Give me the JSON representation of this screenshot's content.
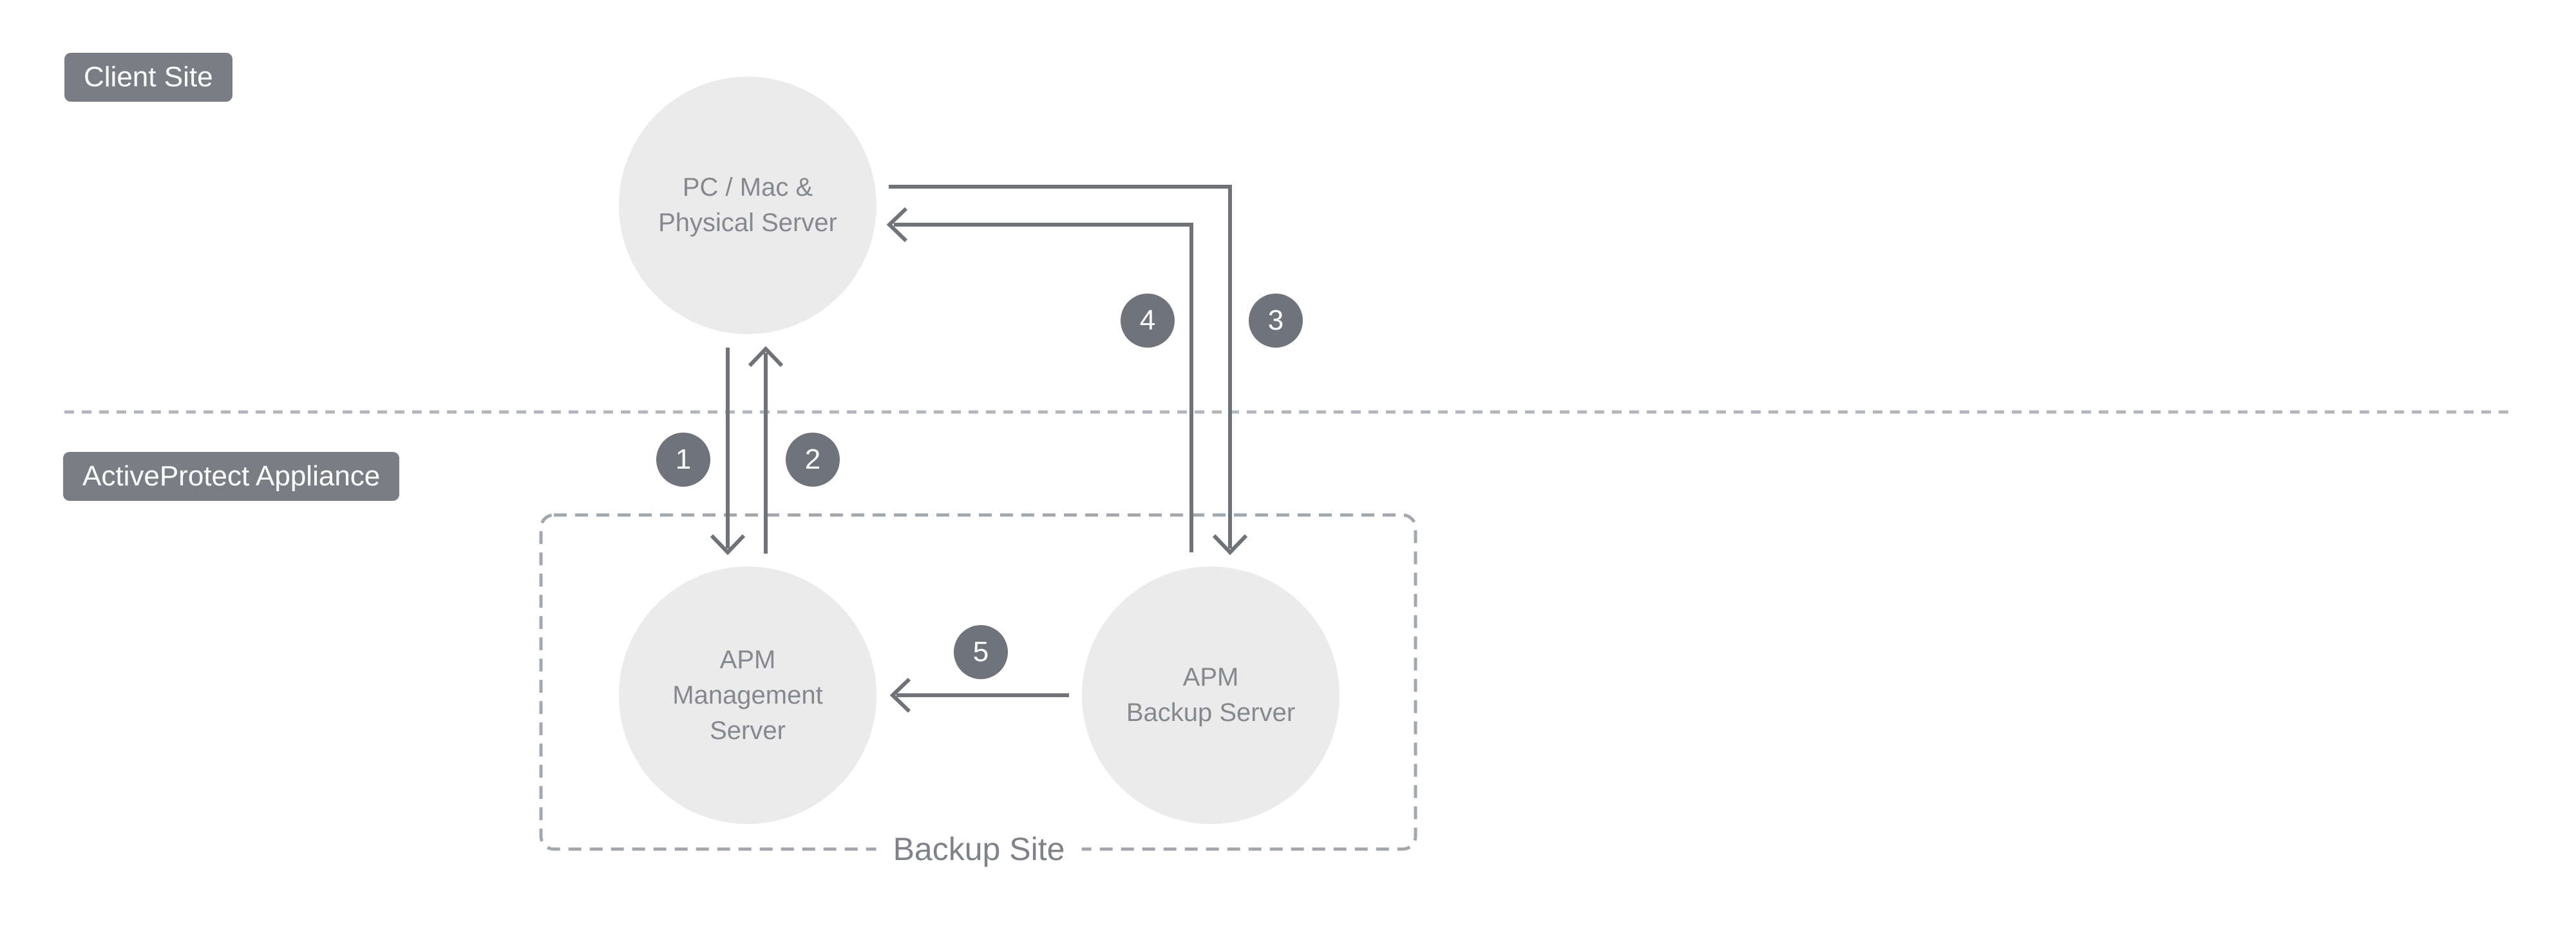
{
  "diagram": {
    "site_labels": {
      "client": "Client Site",
      "appliance": "ActiveProtect Appliance"
    },
    "nodes": {
      "pc": {
        "label": "PC / Mac &\nPhysical Server"
      },
      "mgmt": {
        "label": "APM\nManagement\nServer"
      },
      "backup": {
        "label": "APM\nBackup Server"
      }
    },
    "backup_site_label": "Backup Site",
    "steps": [
      "1",
      "2",
      "3",
      "4",
      "5"
    ],
    "colors": {
      "site_badge_bg": "#7a7d83",
      "step_badge_bg": "#6f737b",
      "node_bg": "#ebebec",
      "node_text": "#85888d",
      "arrow_line": "#6f7277",
      "separator_dash": "#b1b5bc",
      "boundary_dash": "#a3a8af",
      "background": "#ffffff"
    }
  }
}
